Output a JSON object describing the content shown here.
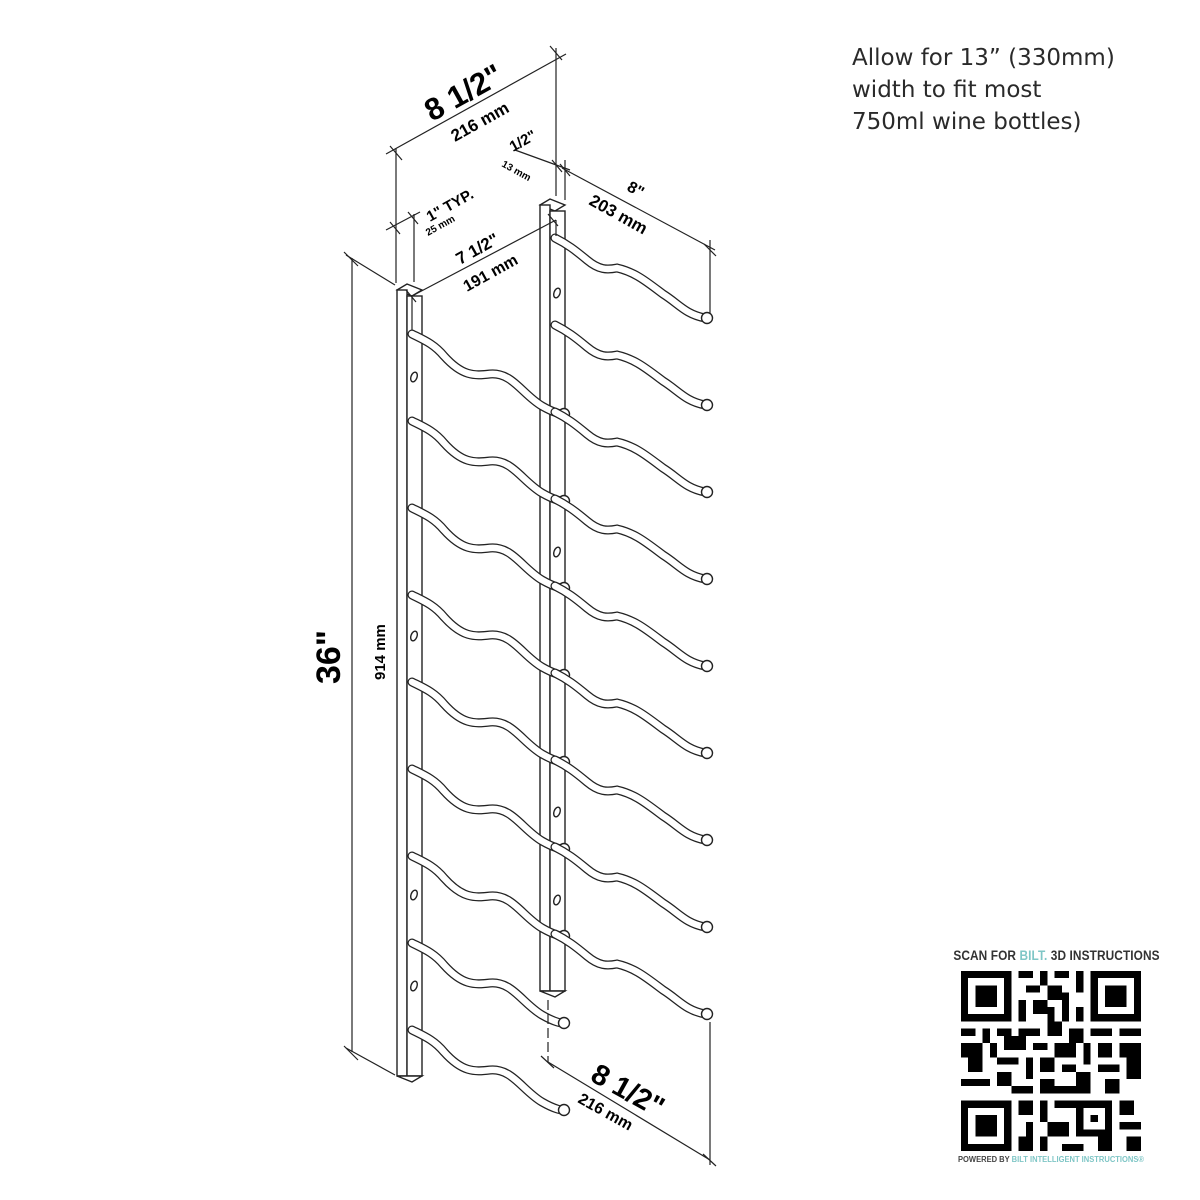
{
  "note": {
    "lines": [
      "Allow for 13” (330mm)",
      "width to fit most",
      "750ml wine bottles)"
    ]
  },
  "dimensions": {
    "overall_width_top": {
      "imperial": "8 1/2\"",
      "metric": "216 mm"
    },
    "rail_offset": {
      "imperial": "1/2\"",
      "metric": "13 mm"
    },
    "rail_width_typ": {
      "imperial": "1\" TYP.",
      "metric": "25 mm"
    },
    "inner_span": {
      "imperial": "7 1/2\"",
      "metric": "191 mm"
    },
    "arm_depth": {
      "imperial": "8\"",
      "metric": "203 mm"
    },
    "height": {
      "imperial": "36\"",
      "metric": "914 mm"
    },
    "overall_width_bottom": {
      "imperial": "8 1/2\"",
      "metric": "216 mm"
    }
  },
  "rack": {
    "left_rail_arms": 9,
    "right_rail_arms": 9,
    "left_rail_holes": 4,
    "right_rail_holes": 4
  },
  "qr": {
    "title_prefix": "SCAN FOR ",
    "title_brand": "BILT.",
    "title_suffix": " 3D INSTRUCTIONS",
    "footer_prefix": "POWERED BY ",
    "footer_brand": "BILT INTELLIGENT INSTRUCTIONS®",
    "brand_color": "#7fc6c6"
  },
  "colors": {
    "line": "#222222",
    "text": "#000000",
    "note_text": "#2a2a2a"
  }
}
